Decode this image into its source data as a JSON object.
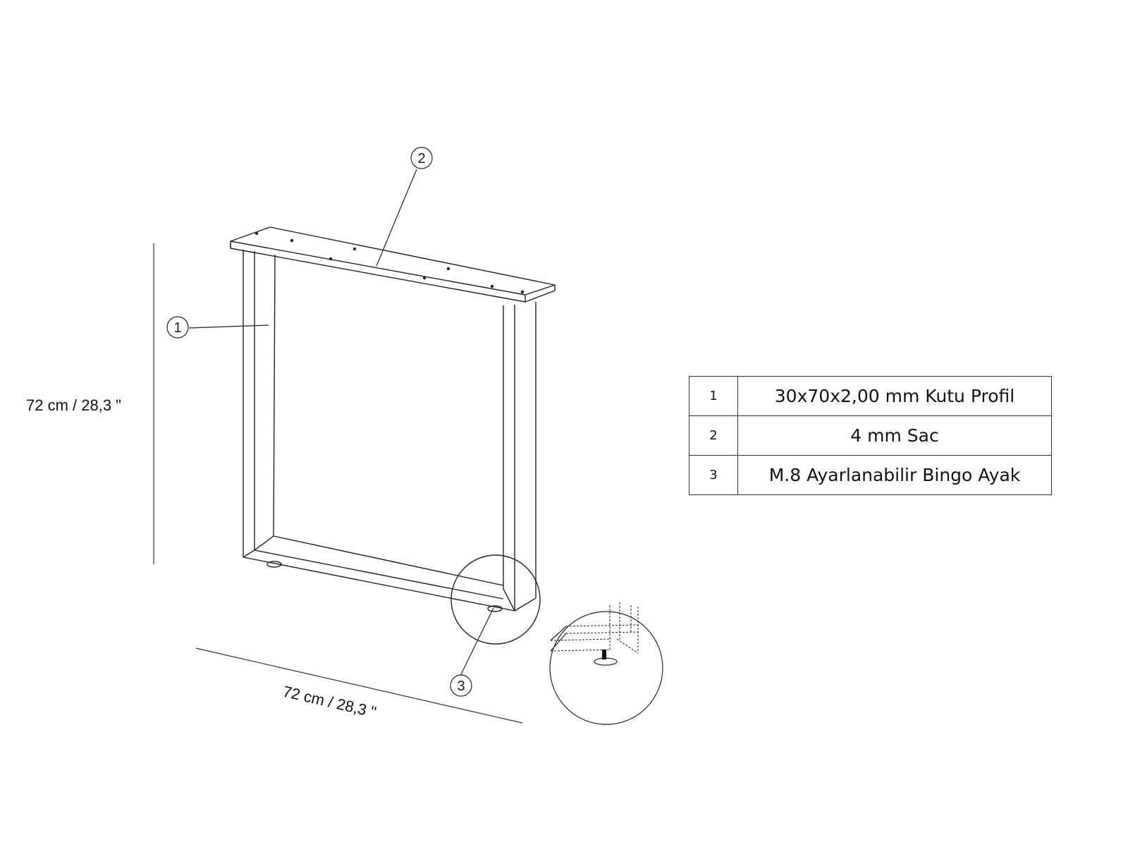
{
  "callouts": {
    "c1": "1",
    "c2": "2",
    "c3": "3"
  },
  "dimensions": {
    "height": "72 cm / 28,3 \"",
    "width": "72 cm / 28,3 \""
  },
  "parts_table": [
    {
      "no": "1",
      "description": "30x70x2,00 mm Kutu Profil"
    },
    {
      "no": "2",
      "description": "4 mm Sac"
    },
    {
      "no": "3",
      "description": "M.8 Ayarlanabilir Bingo Ayak"
    }
  ]
}
